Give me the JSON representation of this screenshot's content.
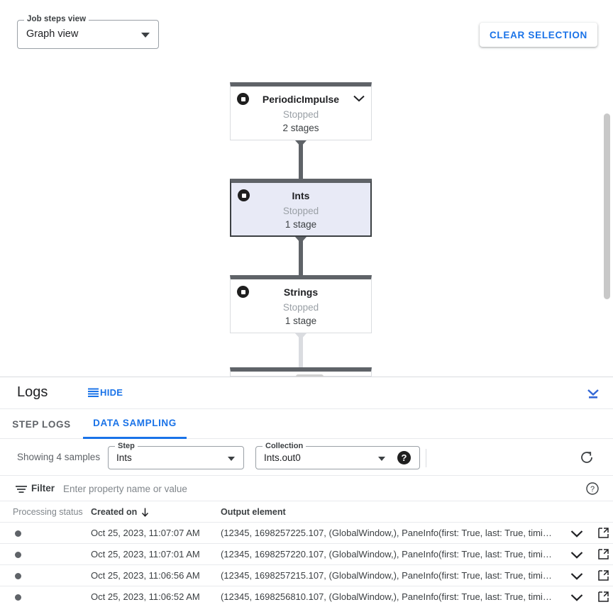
{
  "graph": {
    "view_select": {
      "legend": "Job steps view",
      "value": "Graph view",
      "caret_icon": "caret-down-icon"
    },
    "clear_selection_label": "CLEAR SELECTION",
    "nodes": [
      {
        "name": "PeriodicImpulse",
        "status": "Stopped",
        "stages": "2 stages",
        "selected": false,
        "has_chevron": true
      },
      {
        "name": "Ints",
        "status": "Stopped",
        "stages": "1 stage",
        "selected": true,
        "has_chevron": false
      },
      {
        "name": "Strings",
        "status": "Stopped",
        "stages": "1 stage",
        "selected": false,
        "has_chevron": false
      }
    ]
  },
  "logs": {
    "title": "Logs",
    "hide_label": "HIDE",
    "hide_icon": "list-icon",
    "collapse_icon": "collapse-down-icon",
    "tabs": [
      {
        "label": "STEP LOGS",
        "active": false
      },
      {
        "label": "DATA SAMPLING",
        "active": true
      }
    ]
  },
  "sampling": {
    "showing_text": "Showing 4 samples",
    "step": {
      "legend": "Step",
      "value": "Ints"
    },
    "collection": {
      "legend": "Collection",
      "value": "Ints.out0"
    },
    "help_icon": "help-icon",
    "help_glyph": "?",
    "refresh_icon": "refresh-icon"
  },
  "filter": {
    "icon": "filter-icon",
    "label": "Filter",
    "placeholder": "Enter property name or value",
    "help_icon": "help-outline-icon"
  },
  "table": {
    "columns": [
      "Processing status",
      "Created on",
      "Output element"
    ],
    "sort_column": "Created on",
    "sort_direction": "desc",
    "sort_icon": "arrow-downward-icon",
    "row_expand_icon": "chevron-down-icon",
    "row_open_icon": "open-in-new-icon",
    "rows": [
      {
        "status": "dot",
        "created_on": "Oct 25, 2023, 11:07:07 AM",
        "output_element": "(12345, 1698257225.107, (GlobalWindow,), PaneInfo(first: True, last: True, timing…"
      },
      {
        "status": "dot",
        "created_on": "Oct 25, 2023, 11:07:01 AM",
        "output_element": "(12345, 1698257220.107, (GlobalWindow,), PaneInfo(first: True, last: True, timing…"
      },
      {
        "status": "dot",
        "created_on": "Oct 25, 2023, 11:06:56 AM",
        "output_element": "(12345, 1698257215.107, (GlobalWindow,), PaneInfo(first: True, last: True, timing…"
      },
      {
        "status": "dot",
        "created_on": "Oct 25, 2023, 11:06:52 AM",
        "output_element": "(12345, 1698256810.107, (GlobalWindow,), PaneInfo(first: True, last: True, timing…"
      }
    ]
  },
  "colors": {
    "accent_blue": "#1a73e8",
    "node_bar": "#5f6368",
    "node_selected_bg": "#e8eaf6",
    "text_primary": "#202124",
    "text_secondary": "#5f6368",
    "text_muted": "#9aa0a6"
  }
}
